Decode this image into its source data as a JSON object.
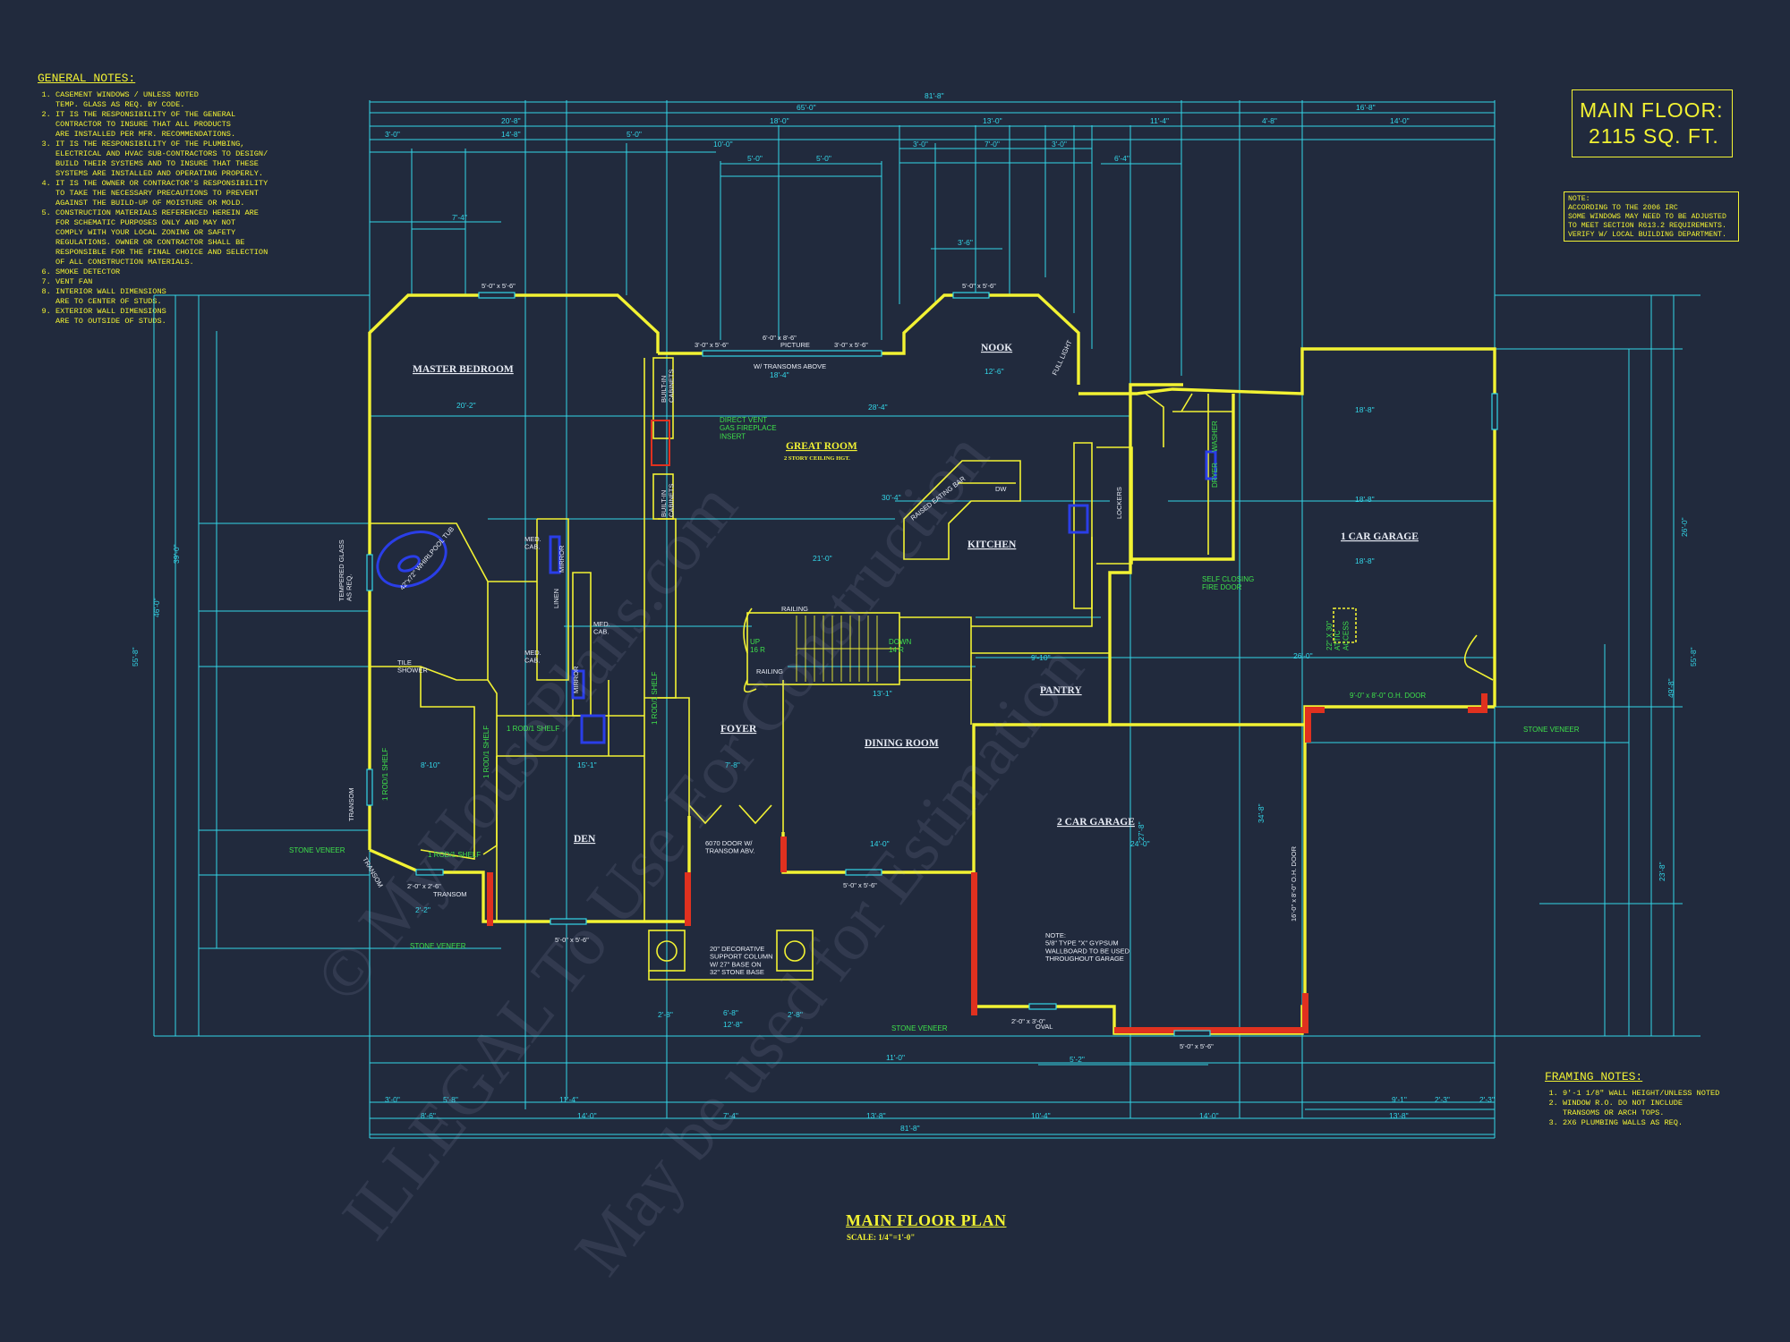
{
  "general_notes": {
    "title": "GENERAL NOTES:",
    "items": [
      "CASEMENT WINDOWS / UNLESS NOTED\nTEMP. GLASS AS REQ. BY CODE.",
      "IT IS THE RESPONSIBILITY OF THE GENERAL\nCONTRACTOR TO INSURE THAT ALL PRODUCTS\nARE INSTALLED PER MFR. RECOMMENDATIONS.",
      "IT IS THE RESPONSIBILITY OF THE PLUMBING,\nELECTRICAL AND HVAC SUB-CONTRACTORS TO DESIGN/\nBUILD THEIR SYSTEMS AND TO INSURE THAT THESE\nSYSTEMS ARE INSTALLED AND OPERATING PROPERLY.",
      "IT IS THE OWNER OR CONTRACTOR'S RESPONSIBILITY\nTO TAKE THE NECESSARY PRECAUTIONS TO PREVENT\nAGAINST THE BUILD-UP OF MOISTURE OR MOLD.",
      "CONSTRUCTION MATERIALS REFERENCED HEREIN ARE\nFOR SCHEMATIC PURPOSES ONLY AND MAY NOT\nCOMPLY WITH YOUR LOCAL ZONING OR SAFETY\nREGULATIONS. OWNER OR CONTRACTOR SHALL BE\nRESPONSIBLE FOR THE FINAL CHOICE AND SELECTION\nOF ALL CONSTRUCTION MATERIALS.",
      "SMOKE DETECTOR",
      "VENT FAN",
      "INTERIOR WALL DIMENSIONS\nARE TO CENTER OF STUDS.",
      "EXTERIOR WALL DIMENSIONS\nARE TO OUTSIDE OF STUDS."
    ]
  },
  "area_box": {
    "line1": "MAIN FLOOR:",
    "line2": "2115 SQ. FT."
  },
  "irc_note": [
    "NOTE:",
    "ACCORDING TO THE 2006 IRC",
    "SOME WINDOWS MAY NEED TO BE ADJUSTED",
    "TO MEET SECTION R613.2 REQUIREMENTS.",
    "VERIFY W/ LOCAL BUILDING DEPARTMENT."
  ],
  "framing_notes": {
    "title": "FRAMING NOTES:",
    "items": [
      "9'-1 1/8\" WALL HEIGHT/UNLESS NOTED",
      "WINDOW R.O. DO NOT INCLUDE\nTRANSOMS OR ARCH TOPS.",
      "2X6 PLUMBING WALLS AS REQ."
    ]
  },
  "title": {
    "main": "MAIN FLOOR PLAN",
    "scale": "SCALE: 1/4\"=1'-0\""
  },
  "rooms": {
    "master": "MASTER BEDROOM",
    "great": "GREAT ROOM",
    "great_sub": "2 STORY CEILING HGT.",
    "nook": "NOOK",
    "kitchen": "KITCHEN",
    "garage1": "1 CAR GARAGE",
    "garage2": "2 CAR GARAGE",
    "pantry": "PANTRY",
    "foyer": "FOYER",
    "dining": "DINING ROOM",
    "den": "DEN"
  },
  "labels": {
    "whirlpool": "42\"x72\" WHIRLPOOL TUB",
    "tile_shower": "TILE\nSHOWER",
    "tempered": "TEMPERED GLASS\nAS REQ.",
    "linen": "LINEN",
    "mirror": "MIRROR",
    "med_cab": "MED.\nCAB.",
    "shelf": "1 ROD/1 SHELF",
    "built_in": "BUILT-IN\nCABINETS",
    "fireplace": "DIRECT VENT\nGAS FIREPLACE\nINSERT",
    "picture": "PICTURE",
    "transoms": "W/ TRANSOMS ABOVE",
    "eating_bar": "RAISED EATING BAR",
    "dw": "DW",
    "lockers": "LOCKERS",
    "dryer": "DRYER",
    "washer": "WASHER",
    "full_light": "FULL LIGHT",
    "self_closing": "SELF CLOSING\nFIRE DOOR",
    "railing": "RAILING",
    "up": "UP\n16 R",
    "down": "DOWN\n14 R",
    "door6070": "6070 DOOR W/\nTRANSOM ABV.",
    "column": "20\" DECORATIVE\nSUPPORT COLUMN\nW/ 27\" BASE ON\n32\" STONE BASE",
    "stone": "STONE VENEER",
    "oh_door1": "9'-0\" x 8'-0\" O.H. DOOR",
    "oh_door2": "16'-0\" x 8'-0\" O.H. DOOR",
    "attic": "22\" X 30\"\nATTIC\nACCESS",
    "garage_note": "NOTE:\n5/8\" TYPE \"X\" GYPSUM\nWALLBOARD TO BE USED\nTHROUGHOUT GARAGE",
    "transom": "TRANSOM",
    "oval": "OVAL"
  },
  "dimensions": {
    "overall_top": "81'-8\"",
    "overall_bottom": "81'-8\"",
    "d65": "65'-0\"",
    "d16_8": "16'-8\"",
    "d20_8": "20'-8\"",
    "d18_0": "18'-0\"",
    "d13_0": "13'-0\"",
    "d11_4": "11'-4\"",
    "d4_8": "4'-8\"",
    "d14_0": "14'-0\"",
    "d3_0": "3'-0\"",
    "d14_8": "14'-8\"",
    "d10_0": "10'-0\"",
    "d5_0": "5'-0\"",
    "d7_0": "7'-0\"",
    "d6_4": "6'-4\"",
    "d7_4": "7'-4\"",
    "d3_6": "3'-6\"",
    "win5x56": "5'-0\" x 5'-6\"",
    "win6x86": "6'-0\" x 8'-6\"",
    "win3x56": "3'-0\" x 5'-6\"",
    "d20_2": "20'-2\"",
    "d28_4": "28'-4\"",
    "d18_4": "18'-4\"",
    "d21_0": "21'-0\"",
    "d30_4": "30'-4\"",
    "d12_6": "12'-6\"",
    "d26_0": "26'-0\"",
    "d18_8": "18'-8\"",
    "d13_1": "13'-1\"",
    "d14_0b": "14'-0\"",
    "d24_0": "24'-0\"",
    "d9_10": "9'-10\"",
    "d15_1": "15'-1\"",
    "d8_10": "8'-10\"",
    "d7_8": "7'-8\"",
    "d2_2": "2'-2\"",
    "d5_2": "5'-2\"",
    "d11_0": "11'-0\"",
    "d12_8": "12'-8\"",
    "d6_8": "6'-8\"",
    "d2_8": "2'-8\"",
    "d10_4": "10'-4\"",
    "d13_8": "13'-8\"",
    "d8_6": "8'-6\"",
    "d5_8": "5'-8\"",
    "d7_4b": "7'-4\"",
    "d2_3": "2'-3\"",
    "d9_1": "9'-1\"",
    "left55": "55'-8\"",
    "left46": "46'-0\"",
    "left39": "39'-0\"",
    "right55": "55'-8\"",
    "right49": "49'-8\"",
    "right26": "26'-0\"",
    "right23": "23'-8\"",
    "d34_8": "34'-8\"",
    "d27_8": "27'-8\"",
    "win2x26": "2'-0\" x 2'-6\"",
    "win5x56b": "5'-0\" x 5'-6\"",
    "oval_win": "2'-0\" x 3'-0\""
  },
  "watermarks": [
    "© MyHousePlans.com",
    "ILLEGAL To Use For Construction",
    "May be used for Estimation"
  ],
  "colors": {
    "background": "#212a3d",
    "cyan": "#33d6e8",
    "yellow": "#f2f233",
    "green": "#3ee04a",
    "red": "#e0311f",
    "blue": "#2a3ee8"
  }
}
